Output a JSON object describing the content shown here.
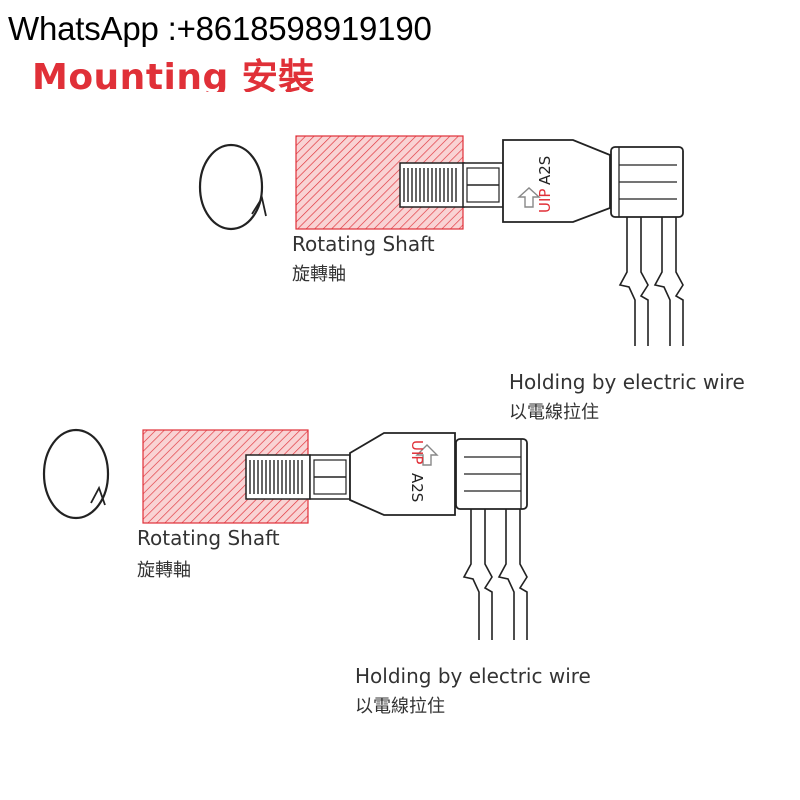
{
  "contact": "WhatsApp :+8618598919190",
  "heading": "Mounting 安裝",
  "colors": {
    "accent": "#e03038",
    "hatch_bg": "#f7c4c6",
    "line": "#333333"
  },
  "diagrams": [
    {
      "shaft_label_en": "Rotating Shaft",
      "shaft_label_zh": "旋轉軸",
      "wire_label_en": "Holding by electric wire",
      "wire_label_zh": "以電線拉住",
      "brand_mark": "UIP",
      "model": "A2S",
      "rotation_icon": "clockwise-rotation-icon"
    },
    {
      "shaft_label_en": "Rotating Shaft",
      "shaft_label_zh": "旋轉軸",
      "wire_label_en": "Holding by electric wire",
      "wire_label_zh": "以電線拉住",
      "brand_mark": "UIP",
      "model": "A2S",
      "rotation_icon": "clockwise-rotation-icon"
    }
  ]
}
